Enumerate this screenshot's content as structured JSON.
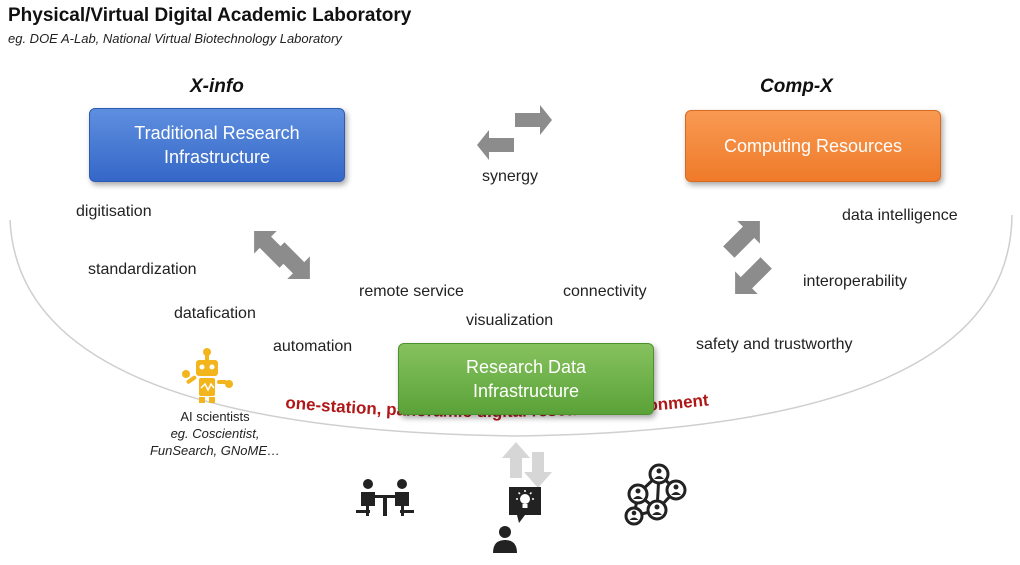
{
  "header": {
    "title": "Physical/Virtual Digital Academic Laboratory",
    "subtitle": "eg. DOE A-Lab, National Virtual Biotechnology Laboratory"
  },
  "columns": {
    "left_heading": "X-info",
    "right_heading": "Comp-X"
  },
  "boxes": {
    "traditional": {
      "line1": "Traditional Research",
      "line2": "Infrastructure",
      "color": "#3f74d4"
    },
    "computing": {
      "label": "Computing Resources",
      "color": "#f28536"
    },
    "research_data": {
      "line1": "Research Data",
      "line2": "Infrastructure",
      "color": "#6cb047"
    }
  },
  "labels": {
    "synergy": "synergy",
    "digitisation": "digitisation",
    "standardization": "standardization",
    "datafication": "datafication",
    "automation": "automation",
    "remote_service": "remote service",
    "visualization": "visualization",
    "connectivity": "connectivity",
    "data_intelligence": "data intelligence",
    "interoperability": "interoperability",
    "safety": "safety and trustworthy"
  },
  "ai": {
    "line1": "AI scientists",
    "line2": "eg. Coscientist,",
    "line3": "FunSearch, GNoME…"
  },
  "arc_caption": "one-station, panoramic digital research environment",
  "colors": {
    "arrow_gray": "#8c8c8c",
    "arc_gray": "#cfcfcf",
    "caption_red": "#b01818",
    "robot_yellow": "#f2b51c",
    "icon_dark": "#222222"
  },
  "icons": [
    "robot-icon",
    "meeting-icon",
    "idea-person-icon",
    "network-people-icon"
  ]
}
